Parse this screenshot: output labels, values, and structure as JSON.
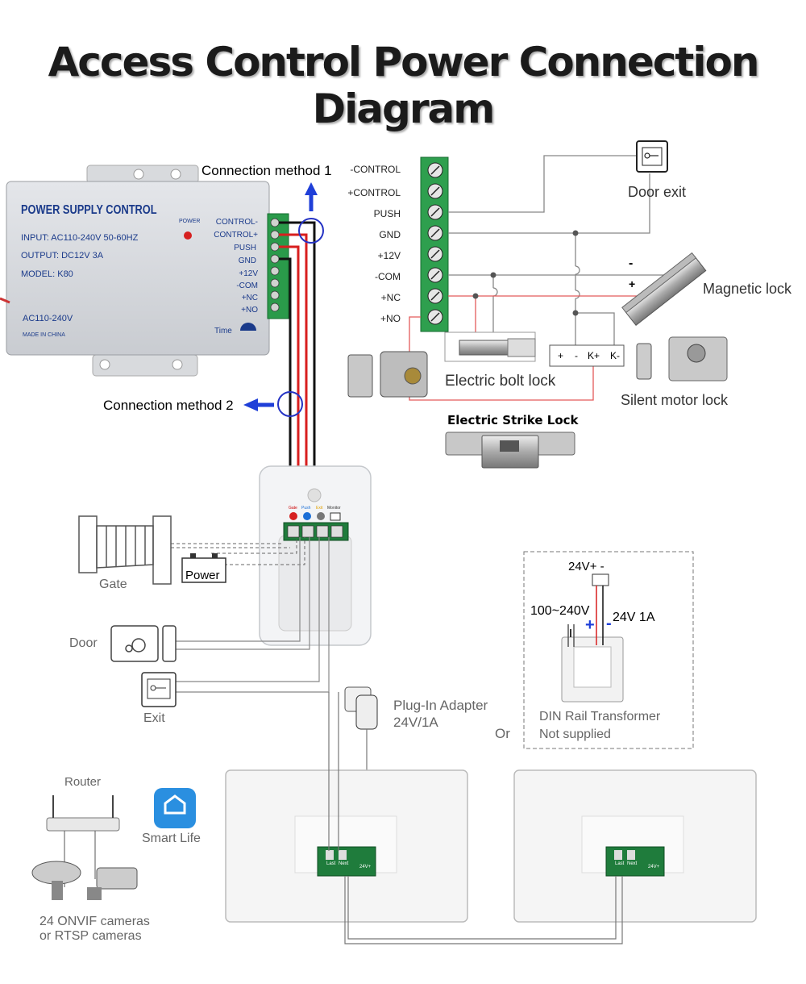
{
  "title": "Access Control Power Connection Diagram",
  "connection_method_1": "Connection method 1",
  "connection_method_2": "Connection method 2",
  "power_supply": {
    "heading": "POWER SUPPLY CONTROL",
    "input": "INPUT: AC110-240V  50-60HZ",
    "output": "OUTPUT: DC12V  3A",
    "model": "MODEL: K80",
    "ac": "AC110-240V",
    "made_in": "MADE IN CHINA",
    "power_led": "POWER",
    "time": "Time",
    "terminals": [
      "CONTROL-",
      "CONTROL+",
      "PUSH",
      "GND",
      "+12V",
      "-COM",
      "+NC",
      "+NO"
    ]
  },
  "terminal_block": [
    "-CONTROL",
    "+CONTROL",
    "PUSH",
    "GND",
    "+12V",
    "-COM",
    "+NC",
    "+NO"
  ],
  "door_exit": "Door exit",
  "magnetic_lock": {
    "label": "Magnetic lock",
    "minus": "-",
    "plus": "+"
  },
  "electric_bolt_lock": "Electric bolt lock",
  "motor_terminals": [
    "+",
    "-",
    "K+",
    "K-"
  ],
  "silent_motor_lock": "Silent motor lock",
  "electric_strike_lock": "Electric Strike Lock",
  "outdoor_unit_labels": [
    "Gate",
    "Push",
    "Exit",
    "Monitor"
  ],
  "gate": "Gate",
  "power": "Power",
  "door": "Door",
  "exit": "Exit",
  "plug_in_adapter": {
    "line1": "Plug-In Adapter",
    "line2": "24V/1A"
  },
  "or": "Or",
  "din_rail": {
    "v_out": "24V+ -",
    "v_in": "100~240V",
    "rating": "24V 1A",
    "plus": "+",
    "minus": "-",
    "line1": "DIN Rail Transformer",
    "line2": "Not supplied"
  },
  "router": "Router",
  "smart_life": "Smart Life",
  "cameras": {
    "line1": "24 ONVIF cameras",
    "line2": "or RTSP cameras"
  },
  "monitor_ports": [
    "Last",
    "Next",
    "24V+"
  ],
  "colors": {
    "wire_red": "#d81e1e",
    "wire_black": "#111111",
    "arrow_blue": "#1f3fd8",
    "wire_gray": "#888888"
  }
}
